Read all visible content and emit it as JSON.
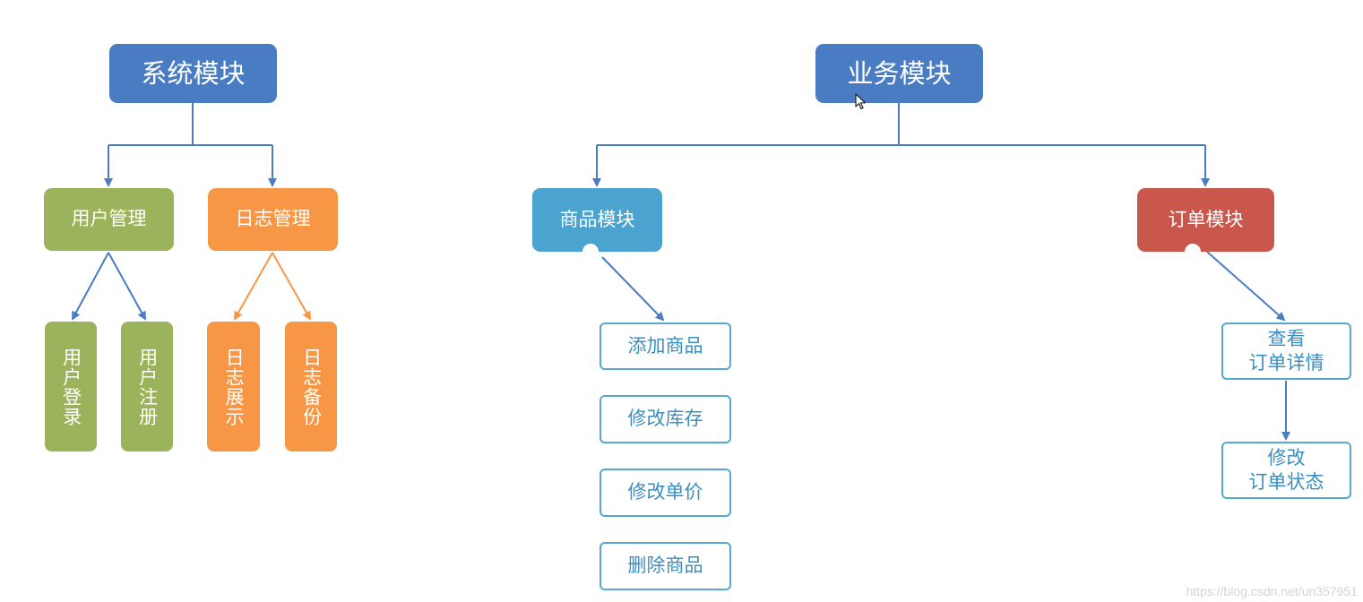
{
  "colors": {
    "top": "#4a7cc3",
    "user": "#9bb35a",
    "log": "#f79745",
    "product": "#4aa4cf",
    "order": "#c9574b",
    "outline": "#58a8cb",
    "arrow_blue": "#4a7cc3",
    "arrow_orange": "#f79745"
  },
  "system": {
    "title": "系统模块",
    "user_mgmt": {
      "label": "用户管理",
      "children": [
        "用户登录",
        "用户注册"
      ]
    },
    "log_mgmt": {
      "label": "日志管理",
      "children": [
        "日志展示",
        "日志备份"
      ]
    }
  },
  "business": {
    "title": "业务模块",
    "product": {
      "label": "商品模块",
      "children": [
        "添加商品",
        "修改库存",
        "修改单价",
        "删除商品"
      ]
    },
    "order": {
      "label": "订单模块",
      "children": [
        {
          "line1": "查看",
          "line2": "订单详情"
        },
        {
          "line1": "修改",
          "line2": "订单状态"
        }
      ]
    }
  },
  "watermark": "https://blog.csdn.net/un357951"
}
